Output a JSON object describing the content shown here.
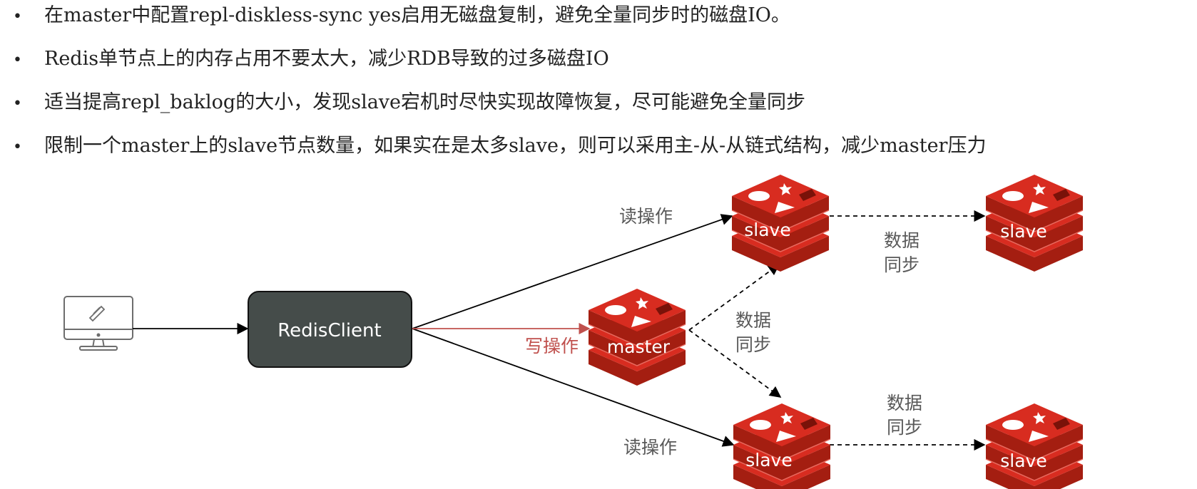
{
  "bullets": [
    "在master中配置repl-diskless-sync yes启用无磁盘复制，避免全量同步时的磁盘IO。",
    "Redis单节点上的内存占用不要太大，减少RDB导致的过多磁盘IO",
    "适当提高repl_baklog的大小，发现slave宕机时尽快实现故障恢复，尽可能避免全量同步",
    "限制一个master上的slave节点数量，如果实在是太多slave，则可以采用主-从-从链式结构，减少master压力"
  ],
  "diagram": {
    "client_label": "RedisClient",
    "master_label": "master",
    "slave_label": "slave",
    "write_label": "写操作",
    "read_label": "读操作",
    "sync_line1": "数据",
    "sync_line2": "同步"
  },
  "colors": {
    "redis_red": "#d82c20",
    "redis_dark": "#a41e11",
    "client_box": "#454c4a",
    "write_arrow": "#c0504d",
    "label_gray": "#595959",
    "write_text": "#c0504d"
  },
  "icons": [
    "computer-icon",
    "redis-logo"
  ]
}
